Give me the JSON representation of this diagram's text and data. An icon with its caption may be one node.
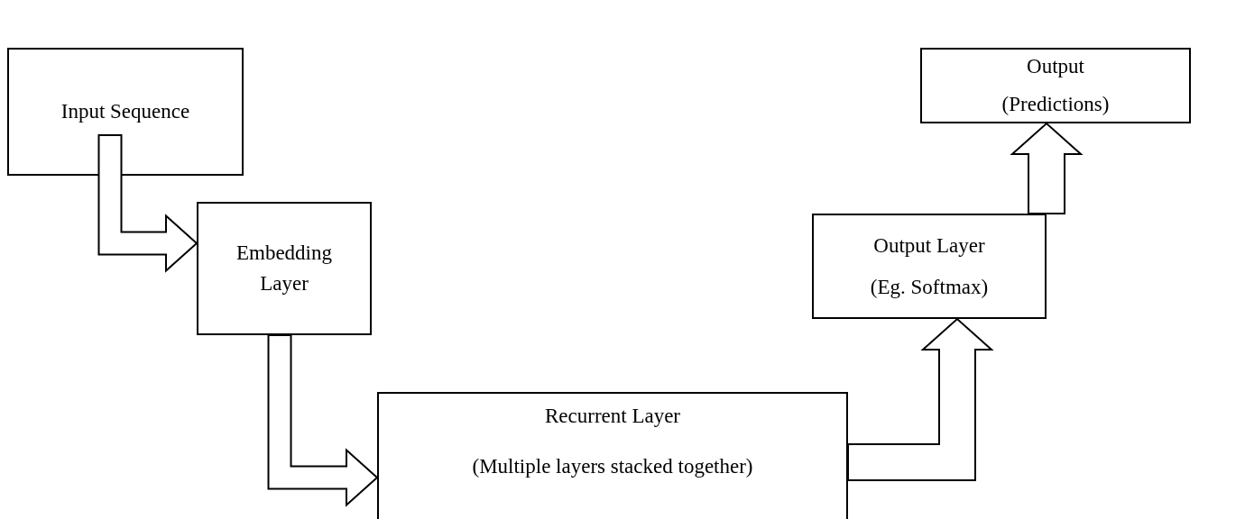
{
  "diagram": {
    "nodes": [
      {
        "text": [
          "Input Sequence"
        ]
      },
      {
        "text": [
          "Embedding Layer"
        ]
      },
      {
        "text": [
          "Recurrent Layer",
          "(Multiple layers stacked together)"
        ]
      },
      {
        "text": [
          "Output Layer",
          "(Eg. Softmax)"
        ]
      },
      {
        "text": [
          "Output",
          "(Predictions)"
        ]
      }
    ],
    "edges": [
      {
        "from": 0,
        "to": 1,
        "arrow": "to"
      },
      {
        "from": 1,
        "to": 2,
        "arrow": "to"
      },
      {
        "from": 2,
        "to": 3,
        "arrow": "to"
      },
      {
        "from": 3,
        "to": 4,
        "arrow": "to"
      }
    ]
  }
}
